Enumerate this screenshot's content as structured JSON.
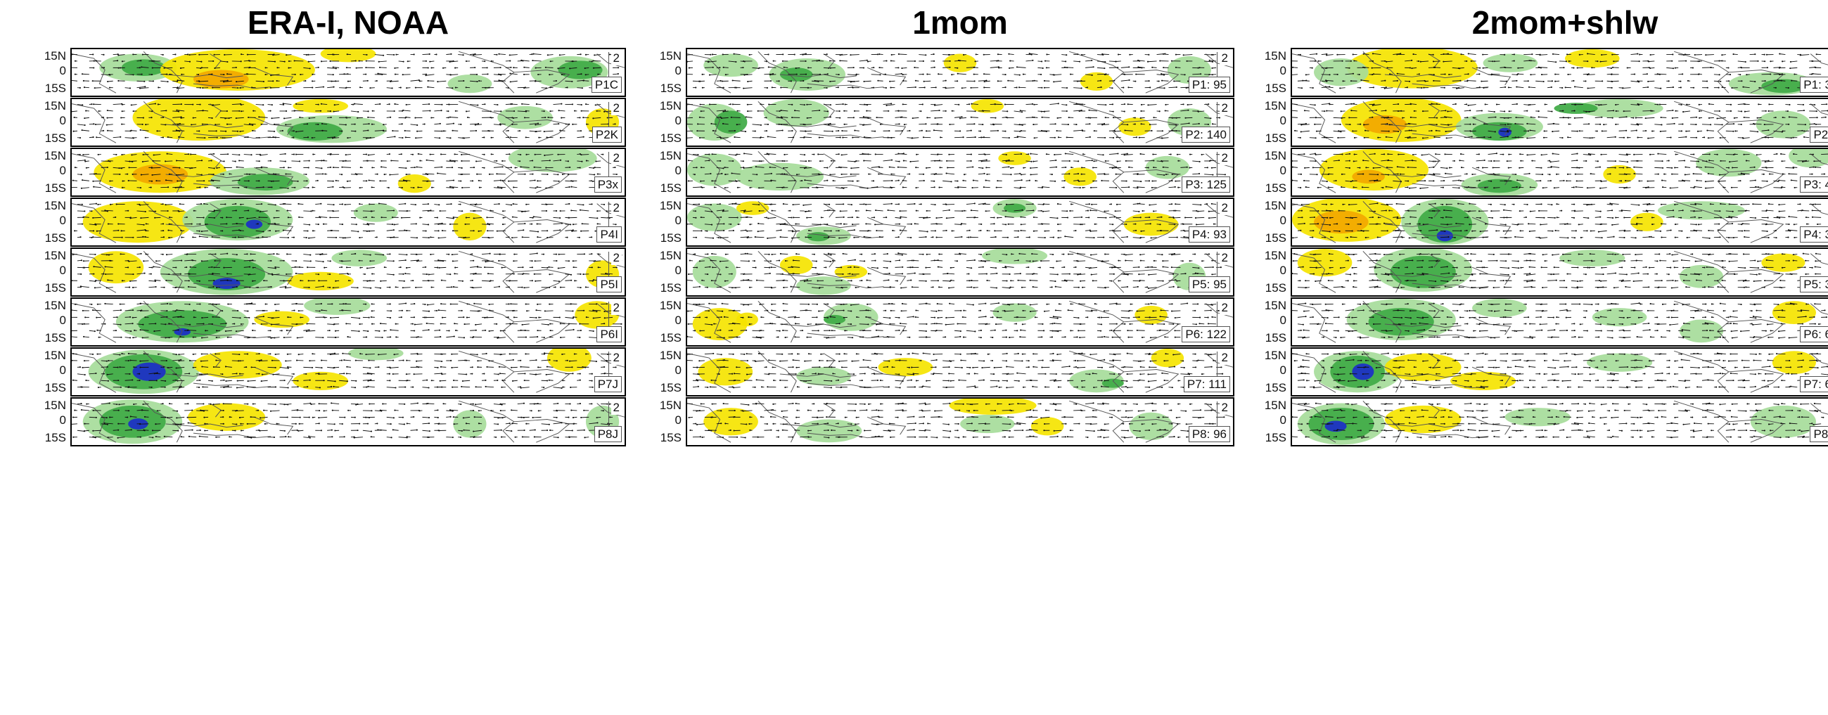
{
  "columns": [
    {
      "title": "ERA-I, NOAA",
      "panels": [
        {
          "tag": "P1C",
          "ref": "2"
        },
        {
          "tag": "P2K",
          "ref": "2"
        },
        {
          "tag": "P3x",
          "ref": "2"
        },
        {
          "tag": "P4I",
          "ref": "2"
        },
        {
          "tag": "P5I",
          "ref": "2"
        },
        {
          "tag": "P6I",
          "ref": "2"
        },
        {
          "tag": "P7J",
          "ref": "2"
        },
        {
          "tag": "P8J",
          "ref": "2"
        }
      ]
    },
    {
      "title": "1mom",
      "panels": [
        {
          "tag": "P1: 95",
          "ref": "2"
        },
        {
          "tag": "P2: 140",
          "ref": "2"
        },
        {
          "tag": "P3: 125",
          "ref": "2"
        },
        {
          "tag": "P4: 93",
          "ref": "2"
        },
        {
          "tag": "P5: 95",
          "ref": "2"
        },
        {
          "tag": "P6: 122",
          "ref": "2"
        },
        {
          "tag": "P7: 111",
          "ref": "2"
        },
        {
          "tag": "P8: 96",
          "ref": "2"
        }
      ]
    },
    {
      "title": "2mom+shlw",
      "panels": [
        {
          "tag": "P1: 3",
          "ref": ""
        },
        {
          "tag": "P2:",
          "ref": ""
        },
        {
          "tag": "P3: 4",
          "ref": ""
        },
        {
          "tag": "P4: 3",
          "ref": ""
        },
        {
          "tag": "P5: 3",
          "ref": ""
        },
        {
          "tag": "P6: 6",
          "ref": ""
        },
        {
          "tag": "P7: 6",
          "ref": ""
        },
        {
          "tag": "P8:",
          "ref": ""
        }
      ]
    }
  ],
  "lat_labels": [
    "15N",
    "0",
    "15S"
  ],
  "colors": {
    "yellow": "#f5e400",
    "orange": "#f2a800",
    "lightgreen": "#a6dc9a",
    "green": "#3faa45",
    "darkgreen": "#0f7a2c",
    "blue": "#1c2ec8",
    "coast": "#555555",
    "arrow": "#111111"
  },
  "blobs": [
    [
      [
        [
          "lightgreen",
          0.12,
          0.4,
          0.07,
          0.3
        ],
        [
          "green",
          0.13,
          0.4,
          0.04,
          0.18
        ],
        [
          "yellow",
          0.3,
          0.45,
          0.14,
          0.45
        ],
        [
          "orange",
          0.27,
          0.65,
          0.05,
          0.2
        ],
        [
          "yellow",
          0.5,
          0.1,
          0.05,
          0.18
        ],
        [
          "lightgreen",
          0.9,
          0.5,
          0.07,
          0.35
        ],
        [
          "green",
          0.92,
          0.45,
          0.04,
          0.2
        ],
        [
          "lightgreen",
          0.72,
          0.75,
          0.04,
          0.2
        ]
      ],
      [
        [
          "yellow",
          0.23,
          0.4,
          0.12,
          0.5
        ],
        [
          "yellow",
          0.45,
          0.15,
          0.05,
          0.15
        ],
        [
          "lightgreen",
          0.47,
          0.65,
          0.1,
          0.3
        ],
        [
          "green",
          0.44,
          0.7,
          0.05,
          0.2
        ],
        [
          "lightgreen",
          0.82,
          0.4,
          0.05,
          0.25
        ],
        [
          "yellow",
          0.96,
          0.5,
          0.03,
          0.3
        ]
      ],
      [
        [
          "yellow",
          0.16,
          0.5,
          0.12,
          0.45
        ],
        [
          "orange",
          0.16,
          0.55,
          0.05,
          0.22
        ],
        [
          "lightgreen",
          0.34,
          0.7,
          0.09,
          0.3
        ],
        [
          "green",
          0.35,
          0.72,
          0.05,
          0.18
        ],
        [
          "lightgreen",
          0.87,
          0.2,
          0.08,
          0.3
        ],
        [
          "yellow",
          0.62,
          0.75,
          0.03,
          0.2
        ]
      ],
      [
        [
          "yellow",
          0.12,
          0.5,
          0.1,
          0.45
        ],
        [
          "lightgreen",
          0.3,
          0.45,
          0.1,
          0.45
        ],
        [
          "green",
          0.3,
          0.5,
          0.06,
          0.35
        ],
        [
          "blue",
          0.33,
          0.55,
          0.015,
          0.1
        ],
        [
          "lightgreen",
          0.55,
          0.3,
          0.04,
          0.2
        ],
        [
          "yellow",
          0.72,
          0.6,
          0.03,
          0.3
        ]
      ],
      [
        [
          "yellow",
          0.08,
          0.4,
          0.05,
          0.35
        ],
        [
          "lightgreen",
          0.28,
          0.5,
          0.12,
          0.5
        ],
        [
          "green",
          0.28,
          0.55,
          0.07,
          0.35
        ],
        [
          "blue",
          0.28,
          0.75,
          0.025,
          0.12
        ],
        [
          "yellow",
          0.45,
          0.7,
          0.06,
          0.2
        ],
        [
          "lightgreen",
          0.52,
          0.2,
          0.05,
          0.18
        ],
        [
          "yellow",
          0.96,
          0.55,
          0.03,
          0.3
        ]
      ],
      [
        [
          "lightgreen",
          0.2,
          0.5,
          0.12,
          0.45
        ],
        [
          "green",
          0.2,
          0.55,
          0.08,
          0.3
        ],
        [
          "blue",
          0.2,
          0.72,
          0.015,
          0.08
        ],
        [
          "lightgreen",
          0.48,
          0.15,
          0.06,
          0.2
        ],
        [
          "yellow",
          0.38,
          0.45,
          0.05,
          0.18
        ],
        [
          "yellow",
          0.95,
          0.35,
          0.04,
          0.3
        ]
      ],
      [
        [
          "lightgreen",
          0.13,
          0.5,
          0.1,
          0.48
        ],
        [
          "green",
          0.13,
          0.5,
          0.07,
          0.38
        ],
        [
          "blue",
          0.14,
          0.5,
          0.03,
          0.2
        ],
        [
          "yellow",
          0.3,
          0.35,
          0.08,
          0.3
        ],
        [
          "yellow",
          0.45,
          0.7,
          0.05,
          0.2
        ],
        [
          "lightgreen",
          0.55,
          0.1,
          0.05,
          0.15
        ],
        [
          "yellow",
          0.9,
          0.2,
          0.04,
          0.3
        ]
      ],
      [
        [
          "lightgreen",
          0.11,
          0.5,
          0.09,
          0.48
        ],
        [
          "green",
          0.11,
          0.5,
          0.06,
          0.35
        ],
        [
          "blue",
          0.12,
          0.55,
          0.018,
          0.12
        ],
        [
          "yellow",
          0.28,
          0.4,
          0.07,
          0.3
        ],
        [
          "lightgreen",
          0.96,
          0.5,
          0.03,
          0.35
        ],
        [
          "lightgreen",
          0.72,
          0.55,
          0.03,
          0.3
        ]
      ]
    ],
    [
      [
        [
          "lightgreen",
          0.08,
          0.35,
          0.05,
          0.25
        ],
        [
          "lightgreen",
          0.22,
          0.55,
          0.07,
          0.35
        ],
        [
          "green",
          0.2,
          0.55,
          0.03,
          0.15
        ],
        [
          "yellow",
          0.5,
          0.3,
          0.03,
          0.2
        ],
        [
          "lightgreen",
          0.92,
          0.45,
          0.04,
          0.3
        ],
        [
          "yellow",
          0.75,
          0.7,
          0.03,
          0.2
        ]
      ],
      [
        [
          "lightgreen",
          0.05,
          0.5,
          0.05,
          0.4
        ],
        [
          "green",
          0.08,
          0.5,
          0.03,
          0.25
        ],
        [
          "lightgreen",
          0.2,
          0.3,
          0.06,
          0.3
        ],
        [
          "yellow",
          0.55,
          0.15,
          0.03,
          0.15
        ],
        [
          "lightgreen",
          0.92,
          0.5,
          0.04,
          0.3
        ],
        [
          "yellow",
          0.82,
          0.6,
          0.03,
          0.2
        ]
      ],
      [
        [
          "lightgreen",
          0.05,
          0.45,
          0.05,
          0.35
        ],
        [
          "lightgreen",
          0.17,
          0.6,
          0.08,
          0.3
        ],
        [
          "yellow",
          0.6,
          0.2,
          0.03,
          0.15
        ],
        [
          "lightgreen",
          0.88,
          0.4,
          0.04,
          0.25
        ],
        [
          "yellow",
          0.72,
          0.6,
          0.03,
          0.2
        ]
      ],
      [
        [
          "lightgreen",
          0.05,
          0.4,
          0.05,
          0.3
        ],
        [
          "yellow",
          0.12,
          0.2,
          0.03,
          0.15
        ],
        [
          "lightgreen",
          0.25,
          0.8,
          0.05,
          0.2
        ],
        [
          "green",
          0.24,
          0.82,
          0.02,
          0.1
        ],
        [
          "lightgreen",
          0.6,
          0.2,
          0.04,
          0.2
        ],
        [
          "green",
          0.6,
          0.2,
          0.02,
          0.1
        ],
        [
          "yellow",
          0.85,
          0.55,
          0.05,
          0.25
        ]
      ],
      [
        [
          "lightgreen",
          0.05,
          0.5,
          0.04,
          0.35
        ],
        [
          "yellow",
          0.2,
          0.35,
          0.03,
          0.2
        ],
        [
          "lightgreen",
          0.25,
          0.8,
          0.05,
          0.2
        ],
        [
          "lightgreen",
          0.6,
          0.15,
          0.06,
          0.18
        ],
        [
          "yellow",
          0.3,
          0.5,
          0.03,
          0.15
        ],
        [
          "lightgreen",
          0.92,
          0.6,
          0.03,
          0.3
        ]
      ],
      [
        [
          "yellow",
          0.06,
          0.55,
          0.05,
          0.35
        ],
        [
          "yellow",
          0.11,
          0.45,
          0.02,
          0.15
        ],
        [
          "lightgreen",
          0.3,
          0.4,
          0.05,
          0.3
        ],
        [
          "green",
          0.27,
          0.45,
          0.02,
          0.1
        ],
        [
          "lightgreen",
          0.6,
          0.3,
          0.04,
          0.2
        ],
        [
          "yellow",
          0.85,
          0.35,
          0.03,
          0.2
        ]
      ],
      [
        [
          "yellow",
          0.07,
          0.5,
          0.05,
          0.3
        ],
        [
          "lightgreen",
          0.25,
          0.6,
          0.05,
          0.2
        ],
        [
          "yellow",
          0.4,
          0.4,
          0.05,
          0.2
        ],
        [
          "lightgreen",
          0.75,
          0.7,
          0.05,
          0.25
        ],
        [
          "green",
          0.78,
          0.75,
          0.02,
          0.1
        ],
        [
          "yellow",
          0.88,
          0.2,
          0.03,
          0.2
        ]
      ],
      [
        [
          "yellow",
          0.08,
          0.5,
          0.05,
          0.3
        ],
        [
          "lightgreen",
          0.26,
          0.7,
          0.06,
          0.25
        ],
        [
          "yellow",
          0.56,
          0.15,
          0.08,
          0.2
        ],
        [
          "lightgreen",
          0.55,
          0.55,
          0.05,
          0.2
        ],
        [
          "lightgreen",
          0.85,
          0.6,
          0.04,
          0.3
        ],
        [
          "yellow",
          0.66,
          0.6,
          0.03,
          0.2
        ]
      ]
    ],
    [
      [
        [
          "yellow",
          0.22,
          0.4,
          0.12,
          0.45
        ],
        [
          "lightgreen",
          0.09,
          0.5,
          0.05,
          0.3
        ],
        [
          "lightgreen",
          0.4,
          0.3,
          0.05,
          0.2
        ],
        [
          "yellow",
          0.55,
          0.2,
          0.05,
          0.2
        ],
        [
          "lightgreen",
          0.88,
          0.75,
          0.08,
          0.25
        ],
        [
          "green",
          0.9,
          0.8,
          0.04,
          0.15
        ]
      ],
      [
        [
          "yellow",
          0.2,
          0.45,
          0.11,
          0.48
        ],
        [
          "orange",
          0.17,
          0.55,
          0.04,
          0.2
        ],
        [
          "lightgreen",
          0.38,
          0.6,
          0.08,
          0.3
        ],
        [
          "green",
          0.38,
          0.7,
          0.05,
          0.2
        ],
        [
          "blue",
          0.39,
          0.72,
          0.012,
          0.1
        ],
        [
          "lightgreen",
          0.6,
          0.2,
          0.08,
          0.2
        ],
        [
          "green",
          0.52,
          0.2,
          0.04,
          0.12
        ],
        [
          "lightgreen",
          0.9,
          0.55,
          0.05,
          0.3
        ]
      ],
      [
        [
          "yellow",
          0.15,
          0.45,
          0.1,
          0.45
        ],
        [
          "orange",
          0.14,
          0.6,
          0.03,
          0.15
        ],
        [
          "lightgreen",
          0.38,
          0.78,
          0.07,
          0.25
        ],
        [
          "green",
          0.38,
          0.8,
          0.04,
          0.15
        ],
        [
          "lightgreen",
          0.8,
          0.3,
          0.06,
          0.3
        ],
        [
          "lightgreen",
          0.95,
          0.15,
          0.04,
          0.25
        ],
        [
          "yellow",
          0.6,
          0.55,
          0.03,
          0.2
        ]
      ],
      [
        [
          "yellow",
          0.1,
          0.45,
          0.1,
          0.48
        ],
        [
          "orange",
          0.09,
          0.5,
          0.05,
          0.25
        ],
        [
          "lightgreen",
          0.28,
          0.5,
          0.08,
          0.5
        ],
        [
          "green",
          0.28,
          0.55,
          0.05,
          0.4
        ],
        [
          "blue",
          0.28,
          0.8,
          0.015,
          0.12
        ],
        [
          "lightgreen",
          0.75,
          0.25,
          0.08,
          0.2
        ],
        [
          "yellow",
          0.65,
          0.5,
          0.03,
          0.2
        ]
      ],
      [
        [
          "yellow",
          0.06,
          0.3,
          0.05,
          0.3
        ],
        [
          "lightgreen",
          0.24,
          0.45,
          0.09,
          0.48
        ],
        [
          "green",
          0.24,
          0.5,
          0.06,
          0.35
        ],
        [
          "lightgreen",
          0.55,
          0.2,
          0.06,
          0.18
        ],
        [
          "yellow",
          0.9,
          0.3,
          0.04,
          0.2
        ],
        [
          "lightgreen",
          0.75,
          0.6,
          0.04,
          0.25
        ]
      ],
      [
        [
          "lightgreen",
          0.2,
          0.45,
          0.1,
          0.45
        ],
        [
          "green",
          0.2,
          0.5,
          0.06,
          0.3
        ],
        [
          "lightgreen",
          0.38,
          0.2,
          0.05,
          0.2
        ],
        [
          "lightgreen",
          0.6,
          0.4,
          0.05,
          0.2
        ],
        [
          "yellow",
          0.92,
          0.3,
          0.04,
          0.25
        ],
        [
          "lightgreen",
          0.75,
          0.7,
          0.04,
          0.25
        ]
      ],
      [
        [
          "lightgreen",
          0.12,
          0.5,
          0.08,
          0.45
        ],
        [
          "green",
          0.12,
          0.5,
          0.05,
          0.35
        ],
        [
          "blue",
          0.13,
          0.5,
          0.02,
          0.18
        ],
        [
          "yellow",
          0.24,
          0.4,
          0.07,
          0.3
        ],
        [
          "yellow",
          0.35,
          0.7,
          0.06,
          0.2
        ],
        [
          "lightgreen",
          0.6,
          0.3,
          0.06,
          0.2
        ],
        [
          "yellow",
          0.92,
          0.3,
          0.04,
          0.25
        ]
      ],
      [
        [
          "lightgreen",
          0.09,
          0.55,
          0.08,
          0.45
        ],
        [
          "green",
          0.09,
          0.55,
          0.06,
          0.35
        ],
        [
          "blue",
          0.08,
          0.6,
          0.02,
          0.12
        ],
        [
          "yellow",
          0.24,
          0.45,
          0.07,
          0.3
        ],
        [
          "lightgreen",
          0.45,
          0.4,
          0.06,
          0.2
        ],
        [
          "lightgreen",
          0.9,
          0.5,
          0.06,
          0.35
        ]
      ]
    ]
  ]
}
